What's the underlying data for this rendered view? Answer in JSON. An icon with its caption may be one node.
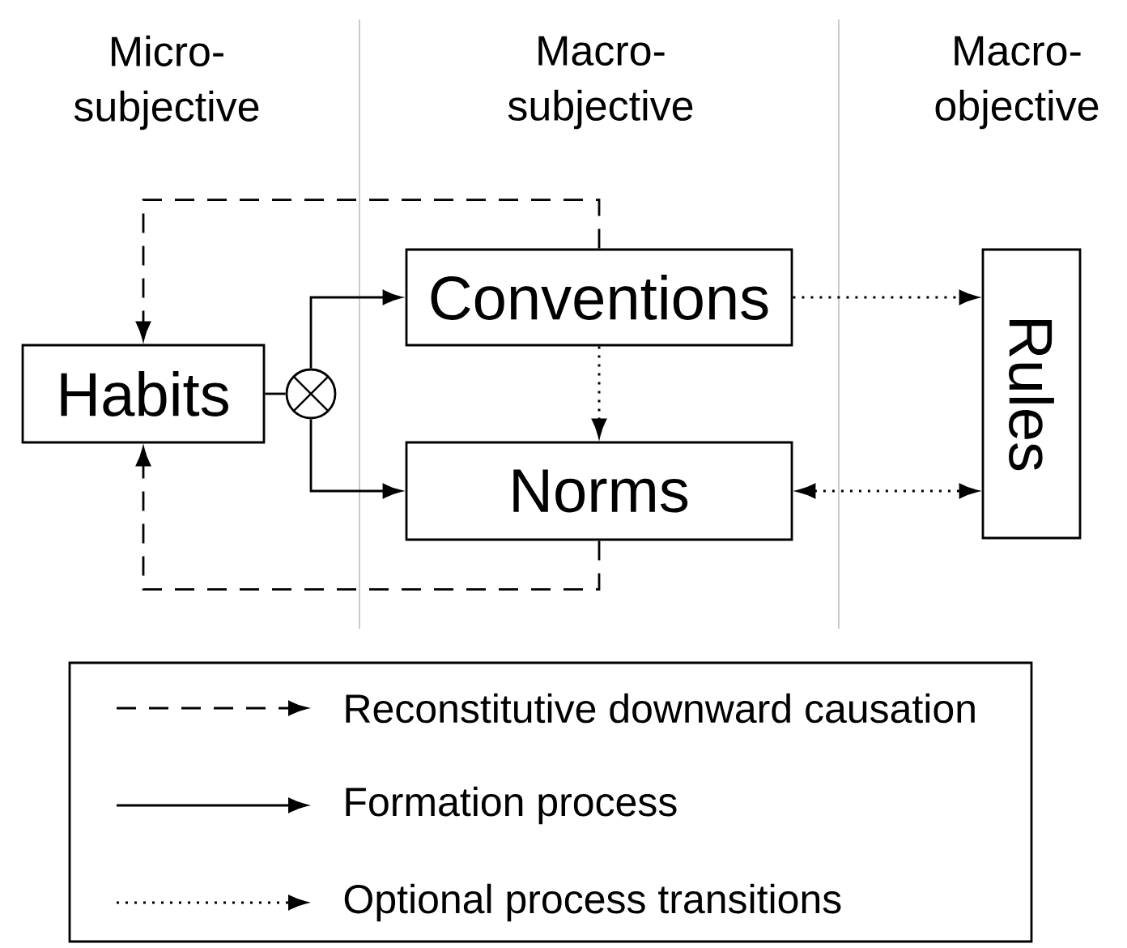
{
  "diagram": {
    "nodes": [
      {
        "text": [
          "Habits"
        ]
      },
      {
        "text": [],
        "shape": "circle"
      },
      {
        "text": [
          "Conventions"
        ]
      },
      {
        "text": [
          "Norms"
        ]
      },
      {
        "text": [
          "Rules"
        ]
      }
    ],
    "edges": [
      {
        "from": 0,
        "to": 1,
        "arrow": "none"
      },
      {
        "from": 1,
        "to": 2,
        "arrow": "to"
      },
      {
        "from": 1,
        "to": 3,
        "arrow": "to"
      },
      {
        "from": 2,
        "to": 0,
        "arrow": "to",
        "style": "dashed"
      },
      {
        "from": 3,
        "to": 0,
        "arrow": "to",
        "style": "dashed"
      },
      {
        "from": 2,
        "to": 3,
        "arrow": "to",
        "style": "dashed"
      },
      {
        "from": 2,
        "to": 4,
        "arrow": "to",
        "style": "dashed"
      },
      {
        "from": 3,
        "to": 4,
        "arrow": "both",
        "style": "dashed"
      }
    ],
    "labels": [
      "Micro- subjective",
      "Macro- subjective",
      "Macro- objective"
    ],
    "legend": [
      {
        "text": "Reconstitutive downward causation"
      },
      {
        "text": "Formation process"
      },
      {
        "text": "Optional process transitions"
      }
    ]
  }
}
